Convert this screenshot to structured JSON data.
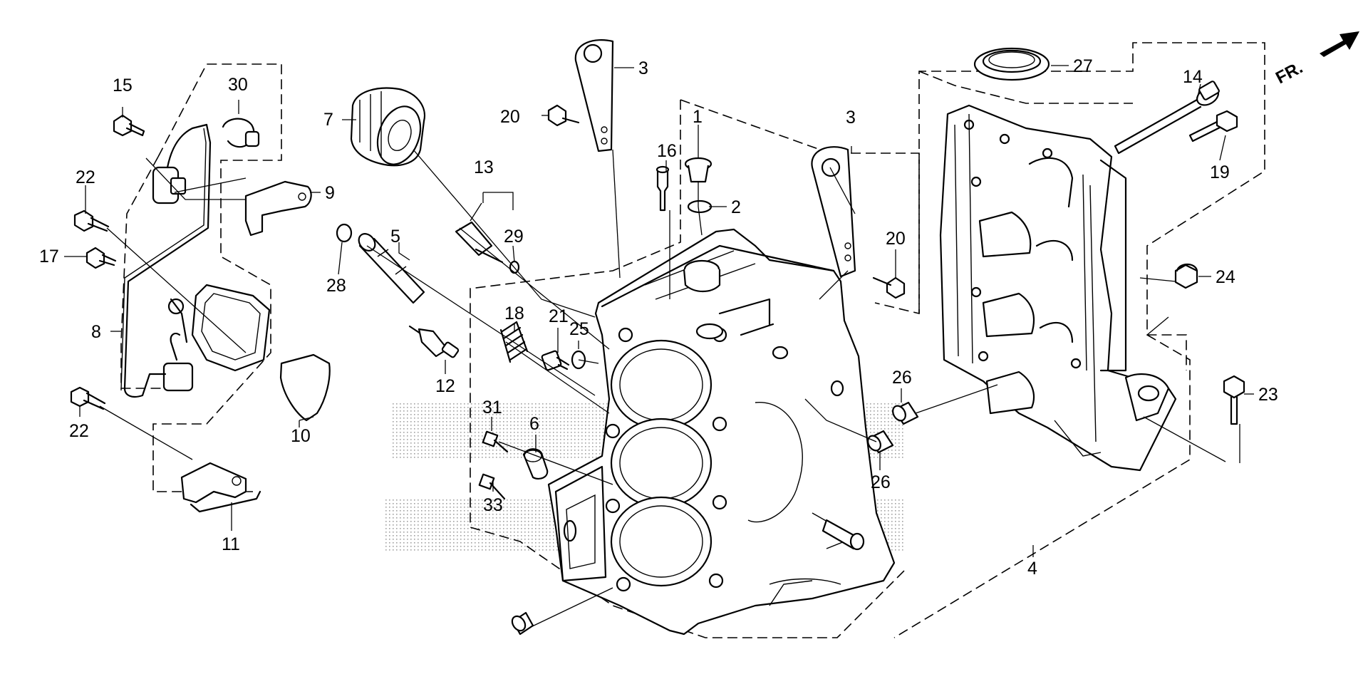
{
  "direction_marker": {
    "text": "FR.",
    "icon": "forward-arrow-icon"
  },
  "callouts": [
    {
      "id": "c1",
      "label": "1"
    },
    {
      "id": "c2",
      "label": "2"
    },
    {
      "id": "c3a",
      "label": "3"
    },
    {
      "id": "c3b",
      "label": "3"
    },
    {
      "id": "c4",
      "label": "4"
    },
    {
      "id": "c5",
      "label": "5"
    },
    {
      "id": "c6",
      "label": "6"
    },
    {
      "id": "c7",
      "label": "7"
    },
    {
      "id": "c8",
      "label": "8"
    },
    {
      "id": "c9",
      "label": "9"
    },
    {
      "id": "c10",
      "label": "10"
    },
    {
      "id": "c11",
      "label": "11"
    },
    {
      "id": "c12",
      "label": "12"
    },
    {
      "id": "c13",
      "label": "13"
    },
    {
      "id": "c14",
      "label": "14"
    },
    {
      "id": "c15",
      "label": "15"
    },
    {
      "id": "c16",
      "label": "16"
    },
    {
      "id": "c17",
      "label": "17"
    },
    {
      "id": "c18",
      "label": "18"
    },
    {
      "id": "c19",
      "label": "19"
    },
    {
      "id": "c20a",
      "label": "20"
    },
    {
      "id": "c20b",
      "label": "20"
    },
    {
      "id": "c21",
      "label": "21"
    },
    {
      "id": "c22a",
      "label": "22"
    },
    {
      "id": "c22b",
      "label": "22"
    },
    {
      "id": "c23",
      "label": "23"
    },
    {
      "id": "c24",
      "label": "24"
    },
    {
      "id": "c25",
      "label": "25"
    },
    {
      "id": "c26a",
      "label": "26"
    },
    {
      "id": "c26b",
      "label": "26"
    },
    {
      "id": "c27",
      "label": "27"
    },
    {
      "id": "c28",
      "label": "28"
    },
    {
      "id": "c29",
      "label": "29"
    },
    {
      "id": "c30",
      "label": "30"
    },
    {
      "id": "c31",
      "label": "31"
    },
    {
      "id": "c33",
      "label": "33"
    }
  ]
}
